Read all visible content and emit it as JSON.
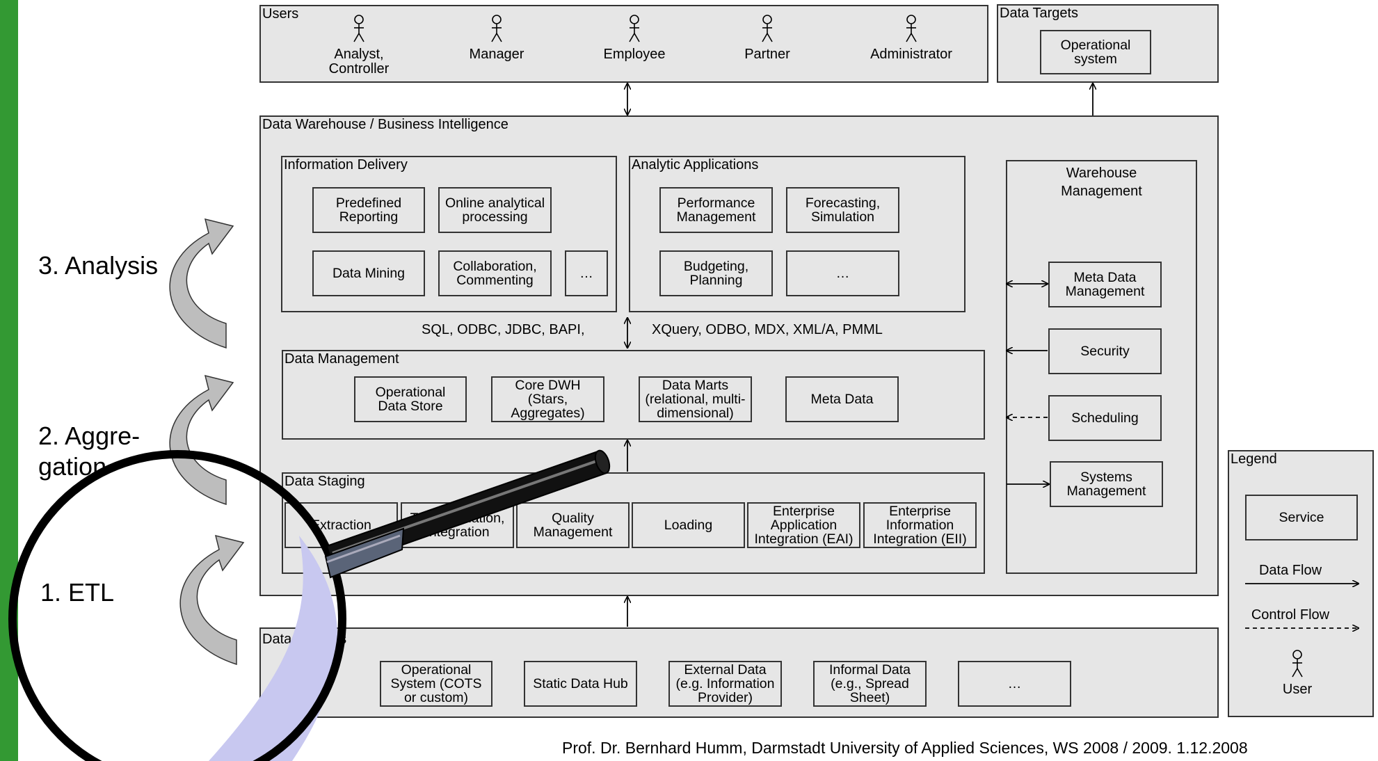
{
  "phases": {
    "analysis": "3. Analysis",
    "aggregation": "2. Aggre-\ngation",
    "etl": "1. ETL"
  },
  "users": {
    "title": "Users",
    "items": [
      "Analyst,\nController",
      "Manager",
      "Employee",
      "Partner",
      "Administrator"
    ]
  },
  "data_targets": {
    "title": "Data Targets",
    "operational": "Operational\nsystem"
  },
  "dwh": {
    "title": "Data Warehouse / Business Intelligence",
    "information_delivery": {
      "title": "Information Delivery",
      "predefined_reporting": "Predefined\nReporting",
      "olap": "Online analytical\nprocessing",
      "data_mining": "Data Mining",
      "collaboration": "Collaboration,\nCommenting",
      "more": "…"
    },
    "analytic_applications": {
      "title": "Analytic Applications",
      "performance": "Performance\nManagement",
      "forecasting": "Forecasting,\nSimulation",
      "budgeting": "Budgeting,\nPlanning",
      "more": "…"
    },
    "protocols_left": "SQL, ODBC, JDBC, BAPI,",
    "protocols_right": "XQuery, ODBO, MDX, XML/A, PMML",
    "data_management": {
      "title": "Data Management",
      "ods": "Operational\nData Store",
      "core_dwh": "Core DWH\n(Stars,\nAggregates)",
      "data_marts": "Data Marts\n(relational, multi-\ndimensional)",
      "meta_data": "Meta Data"
    },
    "data_staging": {
      "title": "Data Staging",
      "extraction": "Extraction",
      "transformation": "Transformation,\nIntegration",
      "quality": "Quality\nManagement",
      "loading": "Loading",
      "eai": "Enterprise\nApplication\nIntegration (EAI)",
      "eii": "Enterprise\nInformation\nIntegration (EII)"
    },
    "warehouse_management": {
      "title": "Warehouse\nManagement",
      "meta_data_mgmt": "Meta Data\nManagement",
      "security": "Security",
      "scheduling": "Scheduling",
      "systems_mgmt": "Systems\nManagement"
    }
  },
  "data_sources": {
    "title": "Data Sources",
    "operational": "Operational\nSystem (COTS\nor custom)",
    "static_hub": "Static Data Hub",
    "external": "External Data\n(e.g. Information\nProvider)",
    "informal": "Informal Data\n(e.g., Spread\nSheet)",
    "more": "…"
  },
  "legend": {
    "title": "Legend",
    "service": "Service",
    "data_flow": "Data Flow",
    "control_flow": "Control Flow",
    "user": "User"
  },
  "footer": "Prof. Dr. Bernhard Humm, Darmstadt University of Applied Sciences, WS 2008 / 2009.   1.12.2008",
  "colors": {
    "sidebar": "#339933",
    "panel": "#e6e6e6",
    "border": "#333333",
    "magnifier_glare": "#c8c8f0"
  }
}
